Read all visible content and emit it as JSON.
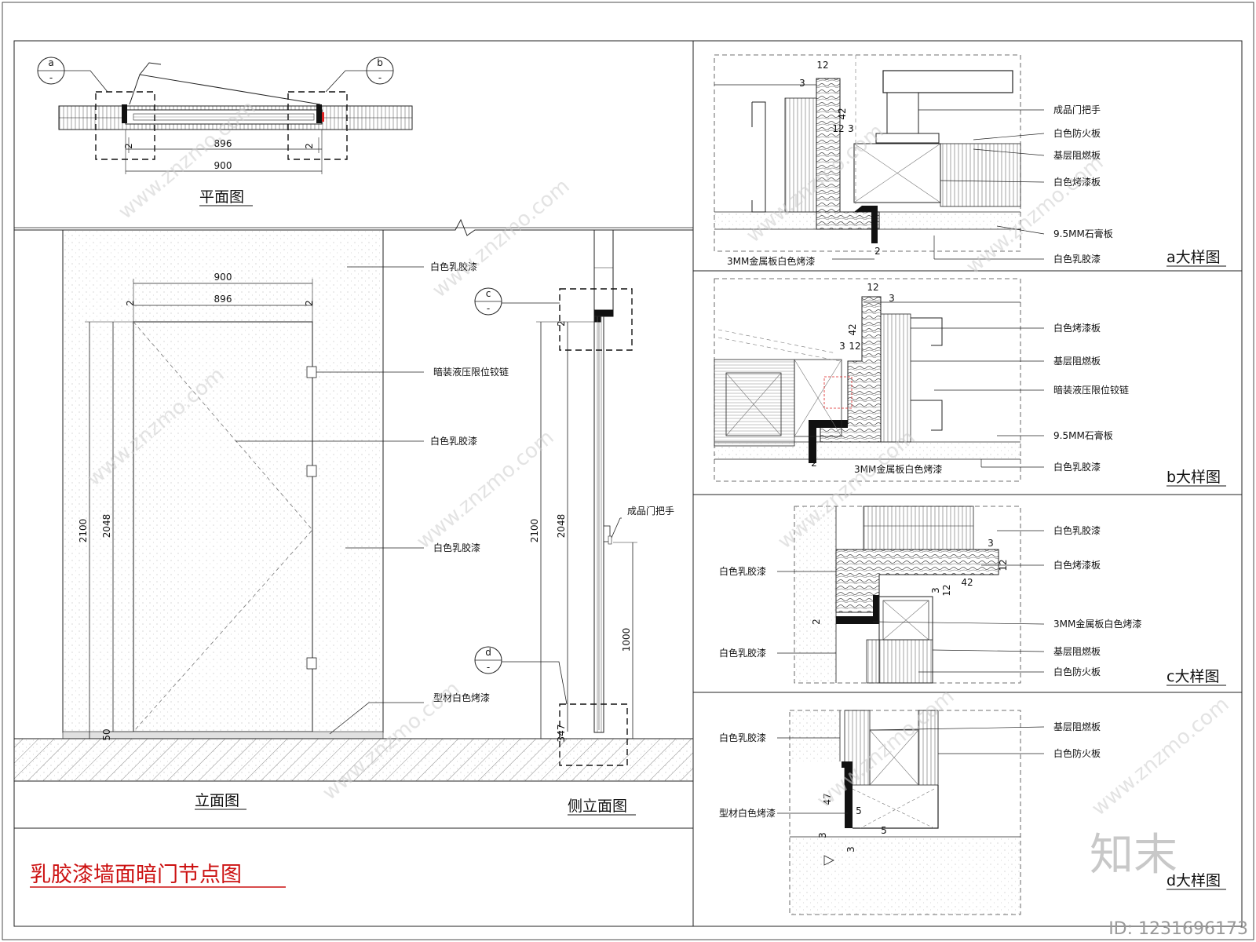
{
  "drawing_title": "乳胶漆墙面暗门节点图",
  "plan": {
    "title": "平面图",
    "callout_a": "a",
    "callout_b": "b",
    "callout_sub": "-",
    "dim_inner": "896",
    "dim_outer": "900",
    "dim_gap_left": "2",
    "dim_gap_right": "2"
  },
  "elevation": {
    "title": "立面图",
    "dim_900": "900",
    "dim_896": "896",
    "dim_gap_left": "2",
    "dim_gap_right": "2",
    "dim_2100": "2100",
    "dim_2048": "2048",
    "dim_50": "50",
    "label_wall_top": "白色乳胶漆",
    "label_hinge": "暗装液压限位铰链",
    "label_door": "白色乳胶漆",
    "label_wall_mid": "白色乳胶漆",
    "label_profile": "型材白色烤漆"
  },
  "side_elevation": {
    "title": "侧立面图",
    "callout_c": "c",
    "callout_d": "d",
    "callout_sub": "-",
    "label_handle": "成品门把手",
    "dim_2100": "2100",
    "dim_2048": "2048",
    "dim_1000": "1000",
    "dim_top": "2",
    "dim_bottom": "347"
  },
  "detail_a": {
    "title": "a大样图",
    "labels": [
      "成品门把手",
      "白色防火板",
      "基层阻燃板",
      "白色烤漆板",
      "9.5MM石膏板",
      "白色乳胶漆"
    ],
    "label_metal": "3MM金属板白色烤漆",
    "dims": [
      "12",
      "3",
      "42",
      "12",
      "3",
      "2"
    ]
  },
  "detail_b": {
    "title": "b大样图",
    "labels": [
      "白色烤漆板",
      "基层阻燃板",
      "暗装液压限位铰链",
      "9.5MM石膏板",
      "白色乳胶漆"
    ],
    "label_metal": "3MM金属板白色烤漆",
    "dims": [
      "12",
      "3",
      "42",
      "3",
      "12",
      "2"
    ]
  },
  "detail_c": {
    "title": "c大样图",
    "labels_right": [
      "白色乳胶漆",
      "白色烤漆板",
      "3MM金属板白色烤漆",
      "基层阻燃板",
      "白色防火板"
    ],
    "labels_left": [
      "白色乳胶漆",
      "白色乳胶漆"
    ],
    "dims": [
      "3",
      "12",
      "3",
      "12",
      "42",
      "2"
    ]
  },
  "detail_d": {
    "title": "d大样图",
    "labels_right": [
      "基层阻燃板",
      "白色防火板"
    ],
    "labels_left": [
      "白色乳胶漆",
      "型材白色烤漆"
    ],
    "dims": [
      "47",
      "5",
      "5",
      "3",
      "3"
    ]
  },
  "watermark_logo": "知末",
  "watermark_site": "www.znzmo.com",
  "image_id": "ID: 1231696173",
  "colors": {
    "ink": "#111111",
    "title_red": "#cc1111",
    "accent_red": "#d22222",
    "watermark": "#c8c8c8",
    "grid": "#555555"
  }
}
